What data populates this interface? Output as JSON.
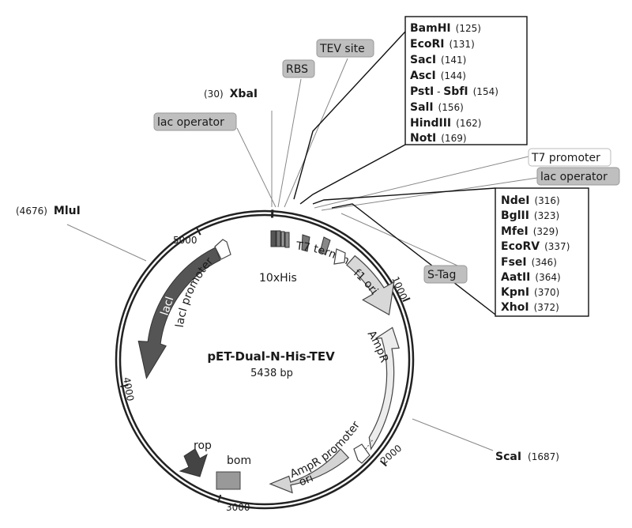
{
  "plasmid": {
    "name": "pET-Dual-N-His-TEV",
    "size": "5438 bp"
  },
  "ticks": [
    "1000",
    "2000",
    "3000",
    "4000",
    "5000"
  ],
  "top_sites": [
    {
      "name": "BamHI",
      "pos": "(125)"
    },
    {
      "name": "EcoRI",
      "pos": "(131)"
    },
    {
      "name": "SacI",
      "pos": "(141)"
    },
    {
      "name": "AscI",
      "pos": "(144)"
    },
    {
      "name": "PstI",
      "sep": " - ",
      "name2": "SbfI",
      "pos": "(154)"
    },
    {
      "name": "SalI",
      "pos": "(156)"
    },
    {
      "name": "HindIII",
      "pos": "(162)"
    },
    {
      "name": "NotI",
      "pos": "(169)"
    }
  ],
  "right_sites": [
    {
      "name": "NdeI",
      "pos": "(316)"
    },
    {
      "name": "BglII",
      "pos": "(323)"
    },
    {
      "name": "MfeI",
      "pos": "(329)"
    },
    {
      "name": "EcoRV",
      "pos": "(337)"
    },
    {
      "name": "FseI",
      "pos": "(346)"
    },
    {
      "name": "AatII",
      "pos": "(364)"
    },
    {
      "name": "KpnI",
      "pos": "(370)"
    },
    {
      "name": "XhoI",
      "pos": "(372)"
    }
  ],
  "single_sites": {
    "xbai": {
      "name": "XbaI",
      "pos": "(30)"
    },
    "mlui": {
      "name": "MluI",
      "pos": "(4676)"
    },
    "scai": {
      "name": "ScaI",
      "pos": "(1687)"
    }
  },
  "tags": {
    "tev_site": "TEV site",
    "rbs": "RBS",
    "lac_operator_left": "lac operator",
    "t7_promoter": "T7 promoter",
    "lac_operator_right": "lac operator",
    "s_tag": "S-Tag"
  },
  "features": {
    "laci": "lacI",
    "laci_promoter": "lacI promoter",
    "his10": "10xHis",
    "t7_terminator": "T7 terminator",
    "f1_ori": "f1 ori",
    "ampr": "AmpR",
    "ampr_promoter": "AmpR promoter",
    "ori": "ori",
    "rop": "rop",
    "bom": "bom"
  }
}
